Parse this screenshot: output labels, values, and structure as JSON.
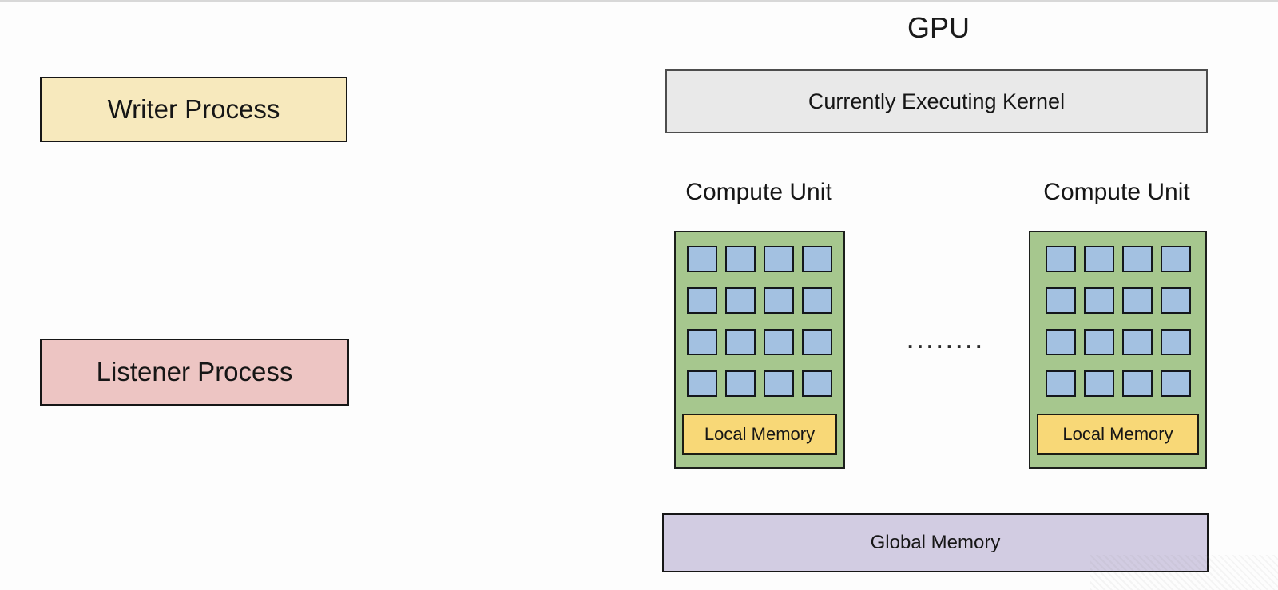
{
  "diagram": {
    "processes": {
      "writer_label": "Writer Process",
      "listener_label": "Listener Process"
    },
    "gpu": {
      "title": "GPU",
      "kernel_label": "Currently Executing Kernel",
      "compute_units": [
        {
          "label": "Compute Unit",
          "local_memory_label": "Local Memory"
        },
        {
          "label": "Compute Unit",
          "local_memory_label": "Local Memory"
        }
      ],
      "ellipsis": "........",
      "global_memory_label": "Global Memory",
      "grid": {
        "rows": 4,
        "cols": 4
      }
    },
    "colors": {
      "writer_bg": "#F7E9BD",
      "listener_bg": "#EDC5C3",
      "kernel_bg": "#E9E9E9",
      "compute_unit_bg": "#A6C78E",
      "processing_element_bg": "#A3C1E1",
      "local_memory_bg": "#F8D877",
      "global_memory_bg": "#D2CCE2"
    }
  }
}
